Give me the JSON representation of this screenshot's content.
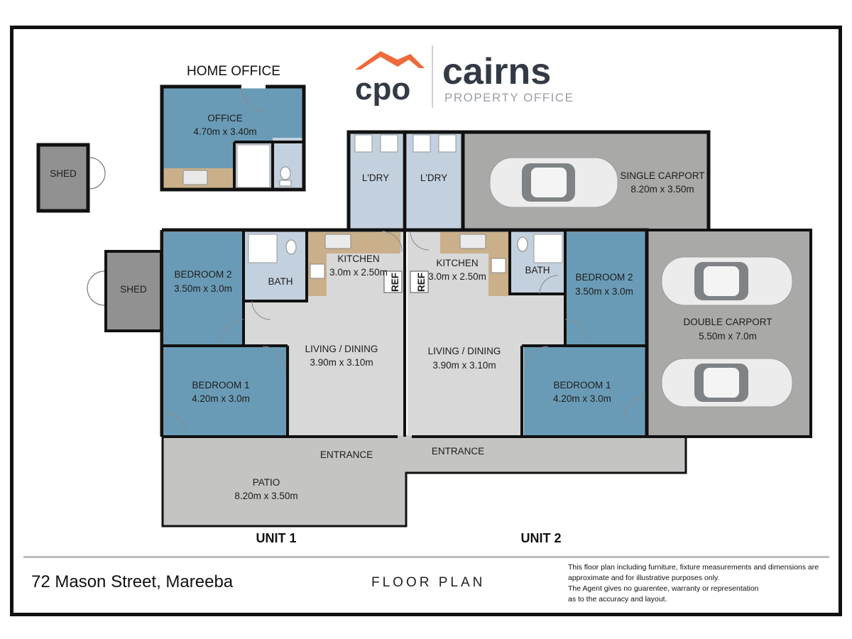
{
  "logo": {
    "mark": "cpo",
    "name": "cairns",
    "tagline": "PROPERTY OFFICE",
    "mark_color": "#333a45",
    "roof_color": "#ee6a3c"
  },
  "home_office": {
    "title": "HOME OFFICE",
    "office": {
      "name": "OFFICE",
      "size": "4.70m x 3.40m"
    }
  },
  "sheds": {
    "top": "SHED",
    "side": "SHED"
  },
  "unit1": {
    "label": "UNIT 1",
    "laundry": "L'DRY",
    "kitchen": {
      "name": "KITCHEN",
      "size": "3.0m x 2.50m"
    },
    "ref": "REF",
    "bath": "BATH",
    "bedroom2": {
      "name": "BEDROOM 2",
      "size": "3.50m x 3.0m"
    },
    "bedroom1": {
      "name": "BEDROOM 1",
      "size": "4.20m x 3.0m"
    },
    "living": {
      "name": "LIVING / DINING",
      "size": "3.90m x 3.10m"
    },
    "entrance": "ENTRANCE",
    "patio": {
      "name": "PATIO",
      "size": "8.20m x 3.50m"
    }
  },
  "unit2": {
    "label": "UNIT 2",
    "laundry": "L'DRY",
    "kitchen": {
      "name": "KITCHEN",
      "size": "3.0m x 2.50m"
    },
    "ref": "REF",
    "bath": "BATH",
    "bedroom2": {
      "name": "BEDROOM 2",
      "size": "3.50m x 3.0m"
    },
    "bedroom1": {
      "name": "BEDROOM 1",
      "size": "4.20m x 3.0m"
    },
    "living": {
      "name": "LIVING / DINING",
      "size": "3.90m x 3.10m"
    },
    "entrance": "ENTRANCE",
    "single_carport": {
      "name": "SINGLE CARPORT",
      "size": "8.20m x 3.50m"
    },
    "double_carport": {
      "name": "DOUBLE CARPORT",
      "size": "5.50m x 7.0m"
    }
  },
  "footer": {
    "address": "72 Mason Street, Mareeba",
    "title": "FLOOR PLAN",
    "disclaimer": [
      "This floor plan including furniture, fixture measurements and dimensions are",
      "approximate and for illustrative purposes only.",
      "The Agent gives no guarentee, warranty or representation",
      "as to the accuracy and layout."
    ]
  },
  "colors": {
    "bedroom": "#6a9bb6",
    "wet_area": "#c3d0de",
    "living": "#d8d8d8",
    "outdoor": "#c4c4c2",
    "carport": "#a9aaa8",
    "wall": "#111111",
    "bench": "#c9b08a"
  }
}
